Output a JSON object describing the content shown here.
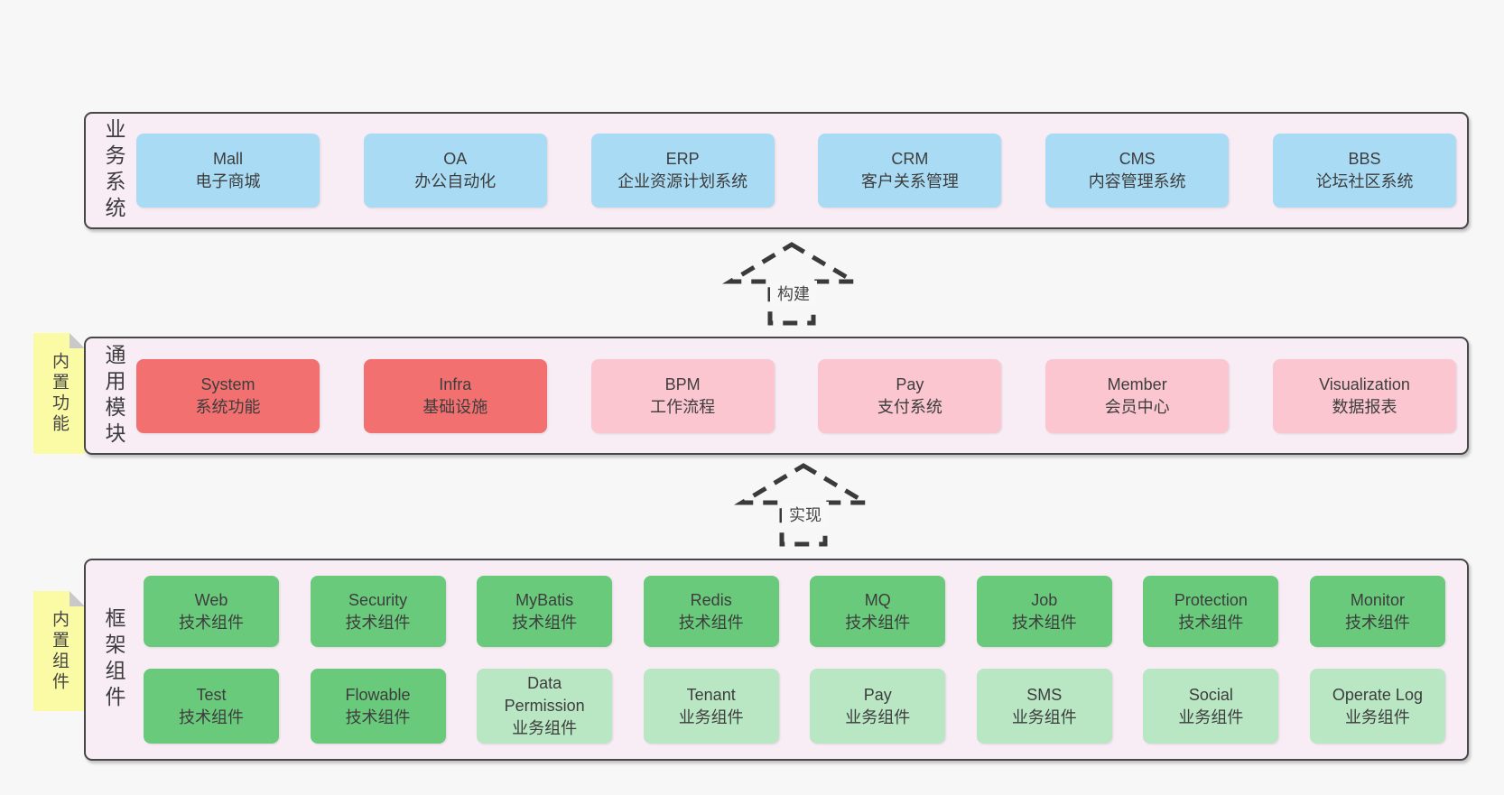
{
  "diagram": {
    "bands": [
      {
        "label": "业务系统",
        "boxes": [
          {
            "name": "Mall",
            "desc": "电子商城"
          },
          {
            "name": "OA",
            "desc": "办公自动化"
          },
          {
            "name": "ERP",
            "desc": "企业资源计划系统"
          },
          {
            "name": "CRM",
            "desc": "客户关系管理"
          },
          {
            "name": "CMS",
            "desc": "内容管理系统"
          },
          {
            "name": "BBS",
            "desc": "论坛社区系统"
          }
        ]
      },
      {
        "label": "通用模块",
        "sticky": "内置功能",
        "boxes": [
          {
            "name": "System",
            "desc": "系统功能"
          },
          {
            "name": "Infra",
            "desc": "基础设施"
          },
          {
            "name": "BPM",
            "desc": "工作流程"
          },
          {
            "name": "Pay",
            "desc": "支付系统"
          },
          {
            "name": "Member",
            "desc": "会员中心"
          },
          {
            "name": "Visualization",
            "desc": "数据报表"
          }
        ]
      },
      {
        "label": "框架组件",
        "sticky": "内置组件",
        "rows": [
          [
            {
              "name": "Web",
              "desc": "技术组件"
            },
            {
              "name": "Security",
              "desc": "技术组件"
            },
            {
              "name": "MyBatis",
              "desc": "技术组件"
            },
            {
              "name": "Redis",
              "desc": "技术组件"
            },
            {
              "name": "MQ",
              "desc": "技术组件"
            },
            {
              "name": "Job",
              "desc": "技术组件"
            },
            {
              "name": "Protection",
              "desc": "技术组件"
            },
            {
              "name": "Monitor",
              "desc": "技术组件"
            }
          ],
          [
            {
              "name": "Test",
              "desc": "技术组件"
            },
            {
              "name": "Flowable",
              "desc": "技术组件"
            },
            {
              "name": "Data Permission",
              "desc": "业务组件"
            },
            {
              "name": "Tenant",
              "desc": "业务组件"
            },
            {
              "name": "Pay",
              "desc": "业务组件"
            },
            {
              "name": "SMS",
              "desc": "业务组件"
            },
            {
              "name": "Social",
              "desc": "业务组件"
            },
            {
              "name": "Operate Log",
              "desc": "业务组件"
            }
          ]
        ]
      }
    ],
    "arrows": [
      {
        "label": "构建"
      },
      {
        "label": "实现"
      }
    ],
    "colors": {
      "page_bg": "#f7f7f7",
      "band_bg": "#f9edf5",
      "band_border": "#474747",
      "blue": "#a9dcf4",
      "red": "#f37070",
      "pink": "#fbc6d0",
      "green": "#6aca7c",
      "green_light": "#b9e7c4",
      "sticky_yellow": "#fbfba5",
      "sticky_fold": "#c9c9c9",
      "arrow_dash": "#3a3a3a",
      "text": "#3d3d3d"
    }
  }
}
